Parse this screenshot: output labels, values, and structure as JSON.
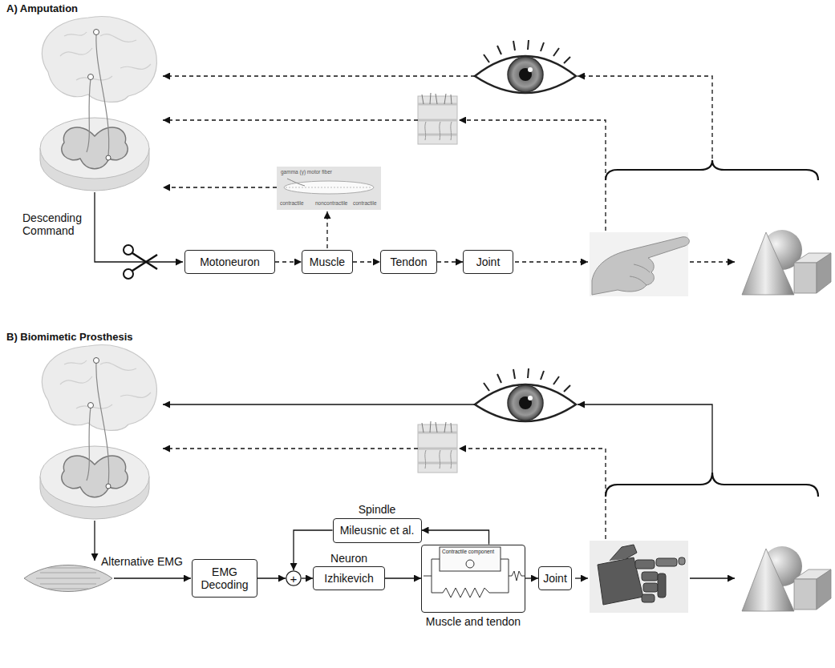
{
  "diagram": {
    "nodes": [
      {
        "text": [
          "Motoneuron"
        ]
      },
      {
        "text": [
          "Muscle"
        ]
      },
      {
        "text": [
          "Tendon"
        ]
      },
      {
        "text": [
          "Joint"
        ]
      },
      {
        "text": [
          "Spindle",
          "Mileusnic et al."
        ]
      },
      {
        "text": [
          "EMG Decoding"
        ]
      },
      {
        "text": [
          "+"
        ]
      },
      {
        "text": [
          "Neuron",
          "Izhikevich"
        ]
      },
      {
        "text": [
          "Muscle and tendon"
        ]
      },
      {
        "text": [
          "Joint"
        ]
      }
    ],
    "edges": [
      {
        "from": 0,
        "to": 1,
        "arrow": "to"
      },
      {
        "from": 1,
        "to": 2,
        "arrow": "to"
      },
      {
        "from": 2,
        "to": 3,
        "arrow": "to"
      },
      {
        "from": 5,
        "to": 6,
        "arrow": "to"
      },
      {
        "from": 6,
        "to": 7,
        "arrow": "to"
      },
      {
        "from": 7,
        "to": 8,
        "arrow": "to"
      },
      {
        "from": 8,
        "to": 9,
        "arrow": "to"
      },
      {
        "from": 8,
        "to": 4,
        "arrow": "to"
      },
      {
        "from": 4,
        "to": 6,
        "arrow": "to"
      }
    ],
    "labels": [
      "A) Amputation",
      "Descending Command",
      "gamma (γ) motor fiber",
      "contractile",
      "noncontractile",
      "contractile",
      "B) Biomimetic Prosthesis",
      "Alternative EMG",
      "Contractile component"
    ]
  }
}
